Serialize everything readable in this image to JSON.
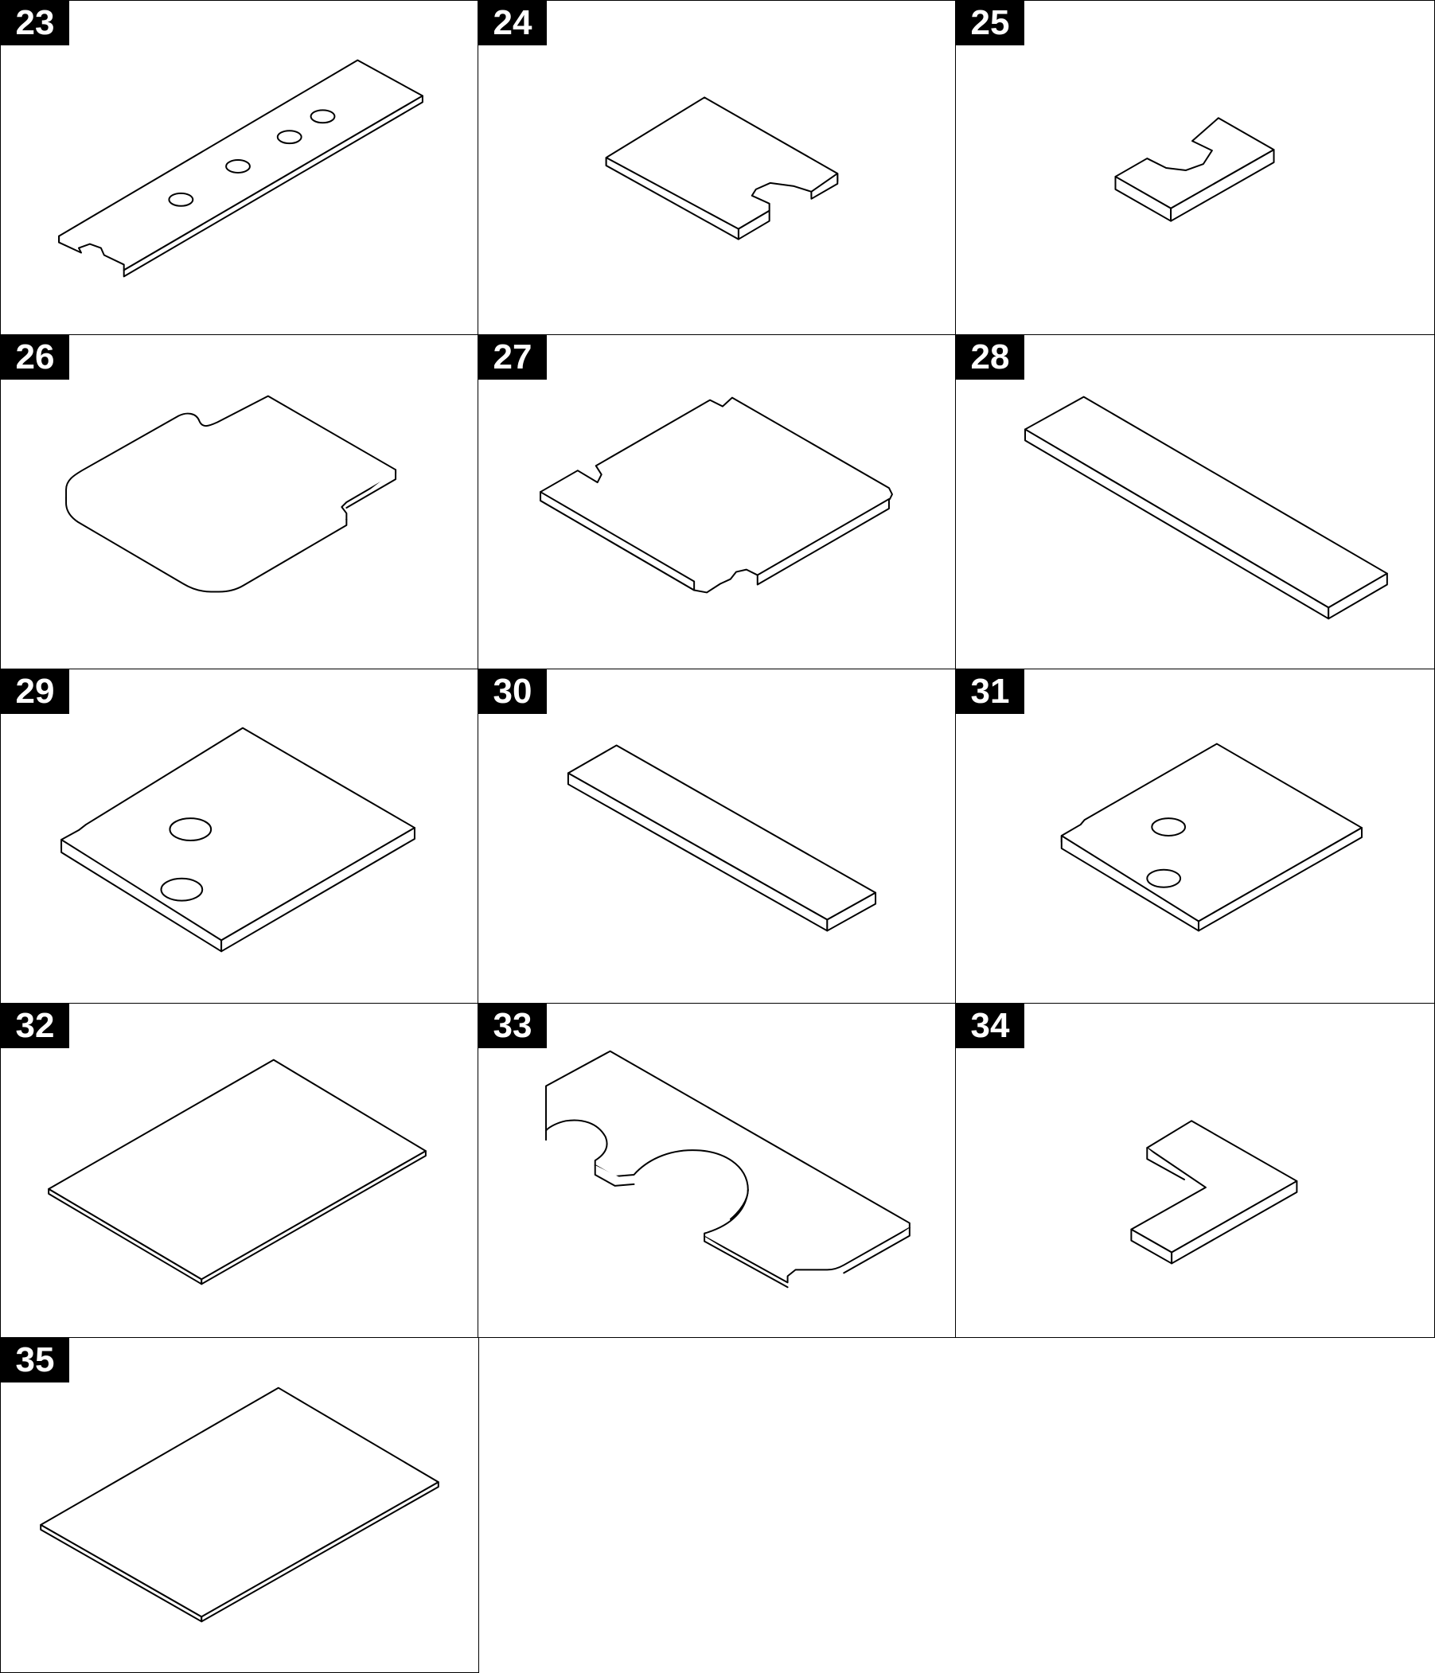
{
  "parts": [
    {
      "id": "23"
    },
    {
      "id": "24"
    },
    {
      "id": "25"
    },
    {
      "id": "26"
    },
    {
      "id": "27"
    },
    {
      "id": "28"
    },
    {
      "id": "29"
    },
    {
      "id": "30"
    },
    {
      "id": "31"
    },
    {
      "id": "32"
    },
    {
      "id": "33"
    },
    {
      "id": "34"
    },
    {
      "id": "35"
    }
  ],
  "colors": {
    "line": "#000000",
    "label_bg": "#000000",
    "label_text": "#ffffff",
    "background": "#ffffff"
  }
}
